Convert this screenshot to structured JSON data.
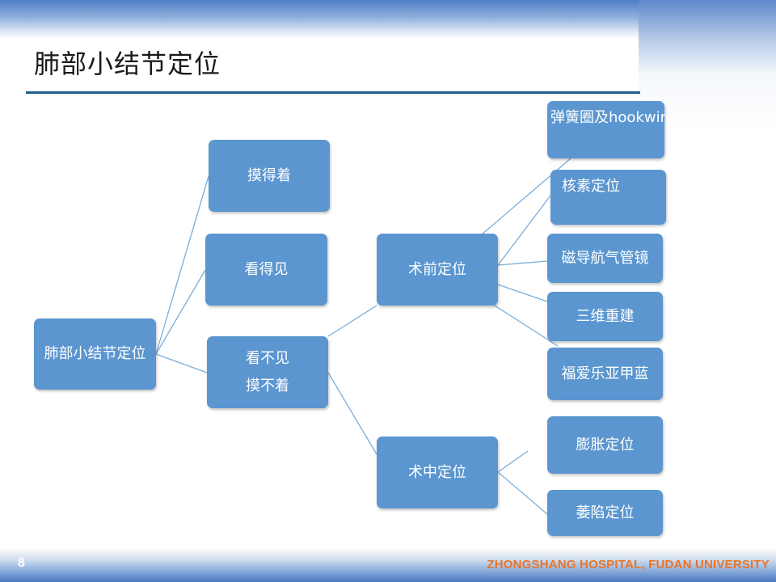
{
  "slide": {
    "title": "肺部小结节定位",
    "page_number": "8",
    "footer": "ZHONGSHANG HOSPITAL, FUDAN UNIVERSITY"
  },
  "diagram": {
    "root": "肺部小结节定位",
    "branch_palpable": "摸得着",
    "branch_visible": "看得见",
    "branch_hidden": [
      "看不见",
      "摸不着"
    ],
    "preop": {
      "label": "术前定位",
      "methods": [
        "弹簧圈及hookwire",
        "核素定位",
        "磁导航气管镜",
        "三维重建",
        "福爱乐亚甲蓝"
      ]
    },
    "intraop": {
      "label": "术中定位",
      "methods": [
        "膨胀定位",
        "萎陷定位"
      ]
    }
  },
  "colors": {
    "node_fill": "#5b96d0",
    "node_text": "#ffffff",
    "connector": "#7aaedc",
    "title_rule": "#1f5f8b",
    "footer_text": "#e8742a"
  }
}
